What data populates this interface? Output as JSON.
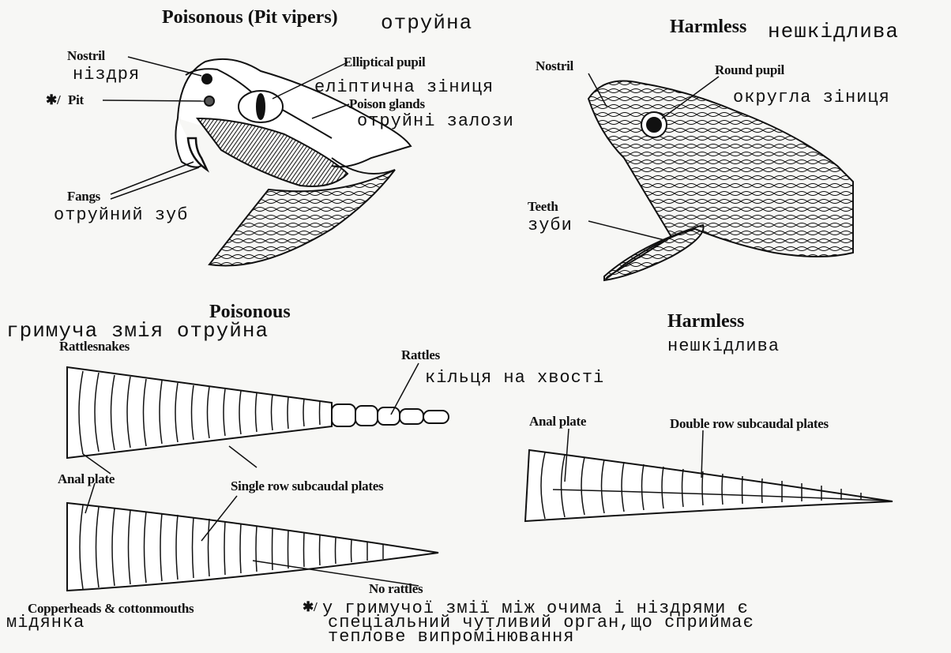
{
  "top_left": {
    "title_en": "Poisonous (Pit vipers)",
    "title_ua": "отруйна",
    "nostril_en": "Nostril",
    "nostril_ua": "ніздря",
    "pit_mark": "✱/",
    "pit_en": "Pit",
    "pupil_en": "Elliptical pupil",
    "pupil_ua": "еліптична зіниця",
    "glands_en": "Poison glands",
    "glands_ua": "отруйні залози",
    "fangs_en": "Fangs",
    "fangs_ua": "отруйний зуб"
  },
  "top_right": {
    "title_en": "Harmless",
    "title_ua": "нешкідлива",
    "nostril_en": "Nostril",
    "pupil_en": "Round pupil",
    "pupil_ua": "округла зіниця",
    "teeth_en": "Teeth",
    "teeth_ua": "зуби"
  },
  "bottom_left": {
    "title_en": "Poisonous",
    "title_ua": "гримуча змія отруйна",
    "rattlesnakes_en": "Rattlesnakes",
    "rattles_en": "Rattles",
    "rattles_ua": "кільця на хвості",
    "anal_plate_en": "Anal plate",
    "single_row_en": "Single row subcaudal plates",
    "no_rattles_en": "No rattles",
    "copperheads_en": "Copperheads & cottonmouths",
    "copperheads_ua": "мідянка"
  },
  "bottom_right": {
    "title_en": "Harmless",
    "title_ua": "нешкідлива",
    "anal_plate_en": "Anal plate",
    "double_row_en": "Double row subcaudal plates"
  },
  "footnote": {
    "mark": "✱/",
    "line1": "у гримучої змії між очима і ніздрями є",
    "line2": "спеціальний чутливий орган,що сприймає",
    "line3": "теплове випромінювання"
  },
  "colors": {
    "ink": "#111111",
    "paper": "#f7f7f5"
  }
}
